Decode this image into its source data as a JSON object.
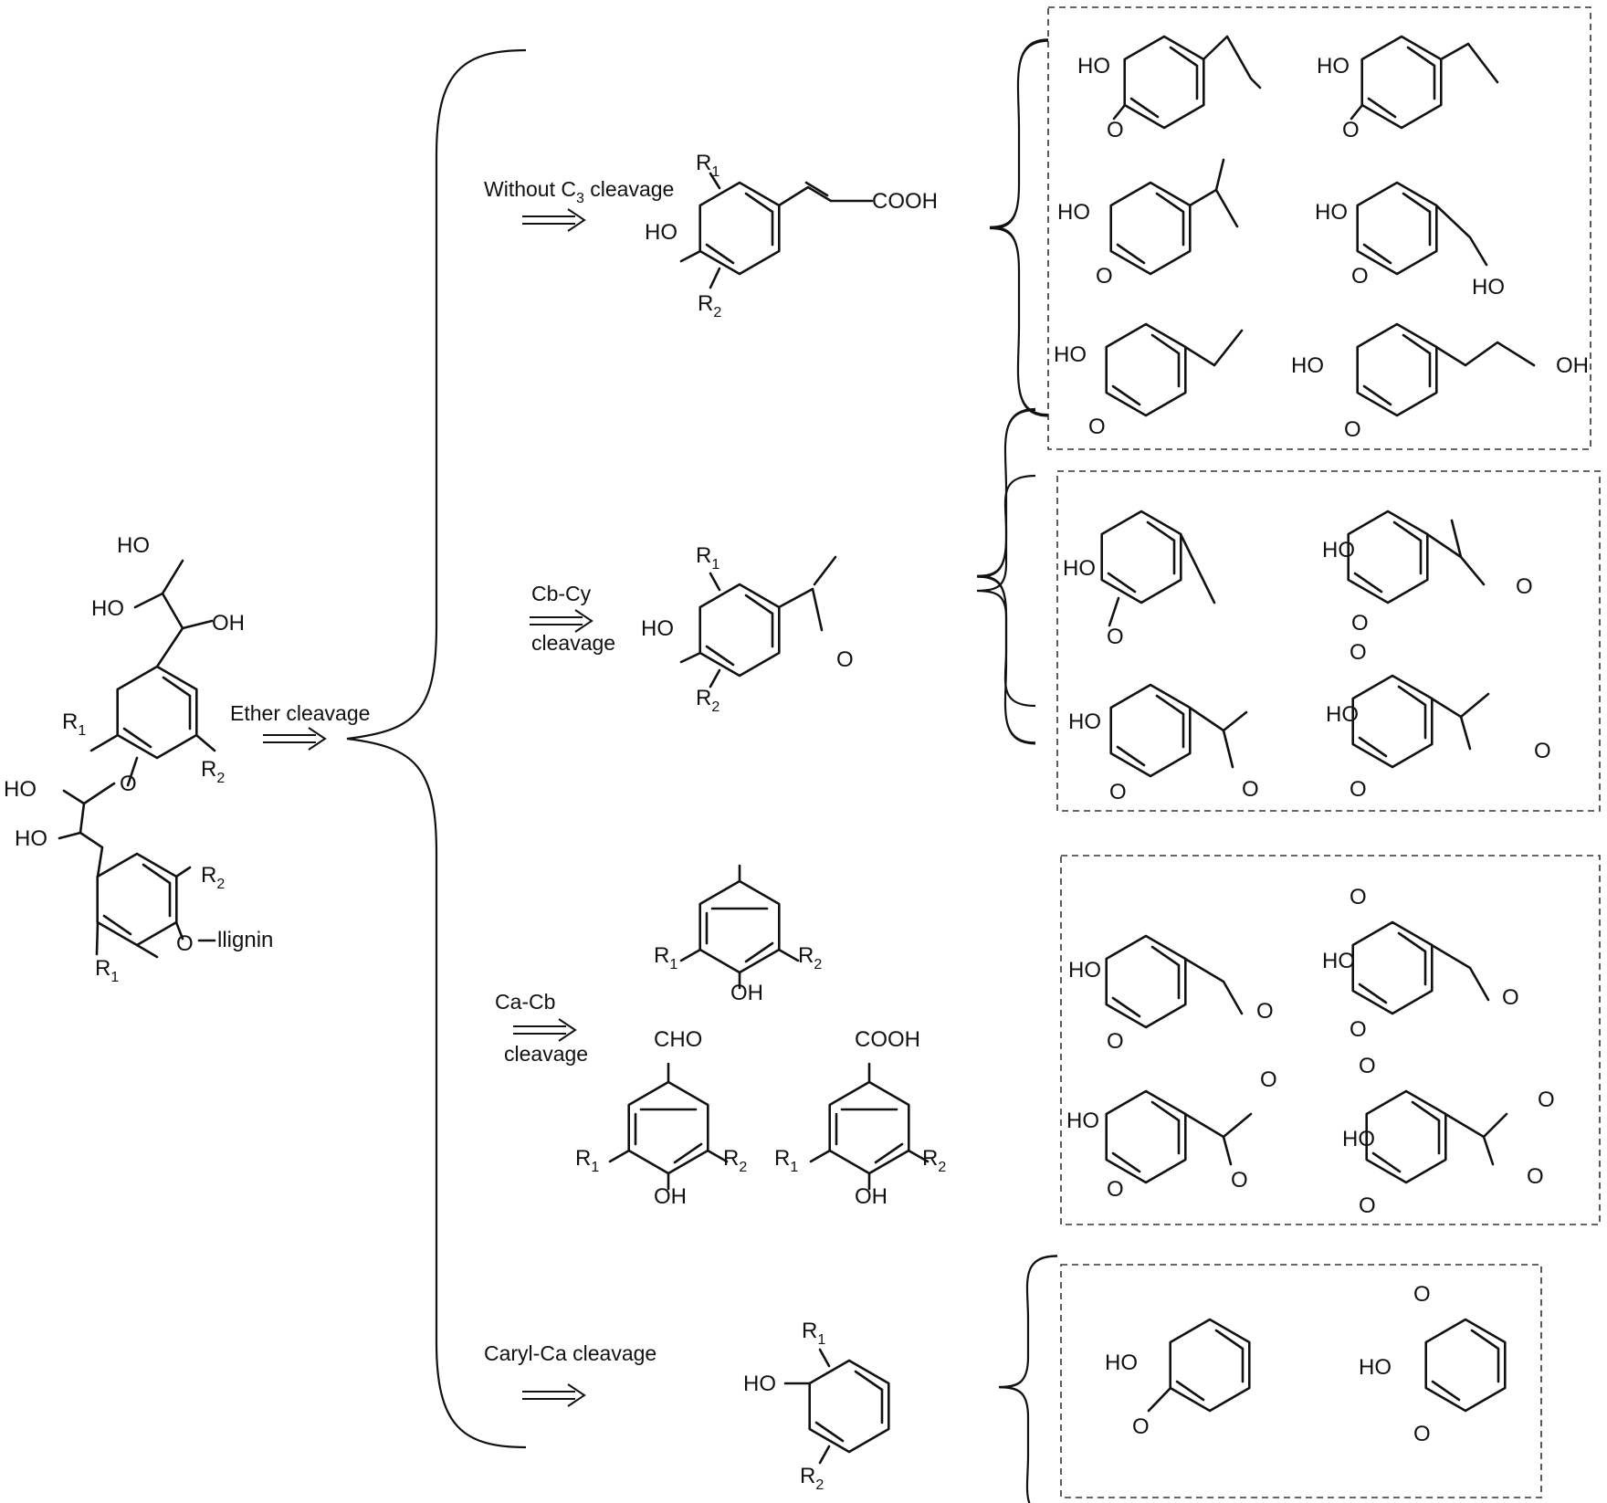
{
  "steps": {
    "ether": "Ether cleavage",
    "without_c3": {
      "text": "Without C",
      "sub": "3",
      "tail": " cleavage"
    },
    "cb_cy": {
      "line1": "Cb-Cy",
      "line2": "cleavage"
    },
    "ca_cb": {
      "line1": "Ca-Cb",
      "line2": "cleavage"
    },
    "caryl": "Caryl-Ca cleavage"
  },
  "atoms": {
    "HO": "HO",
    "OH": "OH",
    "O": "O",
    "R": "R",
    "sub1": "1",
    "sub2": "2",
    "COOH": "COOH",
    "CHO": "CHO",
    "lignin": "lignin"
  }
}
